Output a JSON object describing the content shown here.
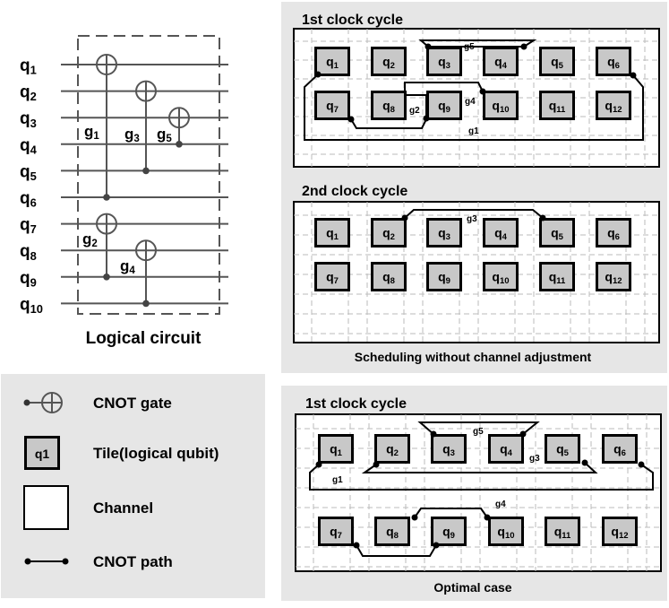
{
  "circuit": {
    "caption": "Logical circuit",
    "qubits": [
      "q1",
      "q2",
      "q3",
      "q4",
      "q5",
      "q6",
      "q7",
      "q8",
      "q9",
      "q10"
    ],
    "gates": [
      {
        "label": "g1",
        "control": 6,
        "target": 1
      },
      {
        "label": "g3",
        "control": 5,
        "target": 2
      },
      {
        "label": "g5",
        "control": 4,
        "target": 3
      },
      {
        "label": "g2",
        "control": 9,
        "target": 7
      },
      {
        "label": "g4",
        "control": 10,
        "target": 8
      }
    ]
  },
  "legend": {
    "cnot_gate": "CNOT gate",
    "tile": "Tile(logical qubit)",
    "tile_sample": "q1",
    "channel": "Channel",
    "cnot_path": "CNOT path"
  },
  "panels": {
    "top_title": "1st clock cycle",
    "mid_title": "2nd clock cycle",
    "top_caption": "Scheduling without channel adjustment",
    "bottom_title": "1st clock cycle",
    "bottom_caption": "Optimal case"
  },
  "tiles": {
    "row1": [
      "q1",
      "q2",
      "q3",
      "q4",
      "q5",
      "q6"
    ],
    "row2": [
      "q7",
      "q8",
      "q9",
      "q10",
      "q11",
      "q12"
    ]
  },
  "path_labels": {
    "top_g5": "g5",
    "top_g4": "g4",
    "top_g2": "g2",
    "top_g1": "g1",
    "mid_g3": "g3",
    "bot_g5": "g5",
    "bot_g3": "g3",
    "bot_g1": "g1",
    "bot_g4": "g4"
  },
  "colors": {
    "panel_bg": "#e6e6e6",
    "tile_fill": "#c8c8c8",
    "line": "#000000",
    "wire": "#555555"
  }
}
